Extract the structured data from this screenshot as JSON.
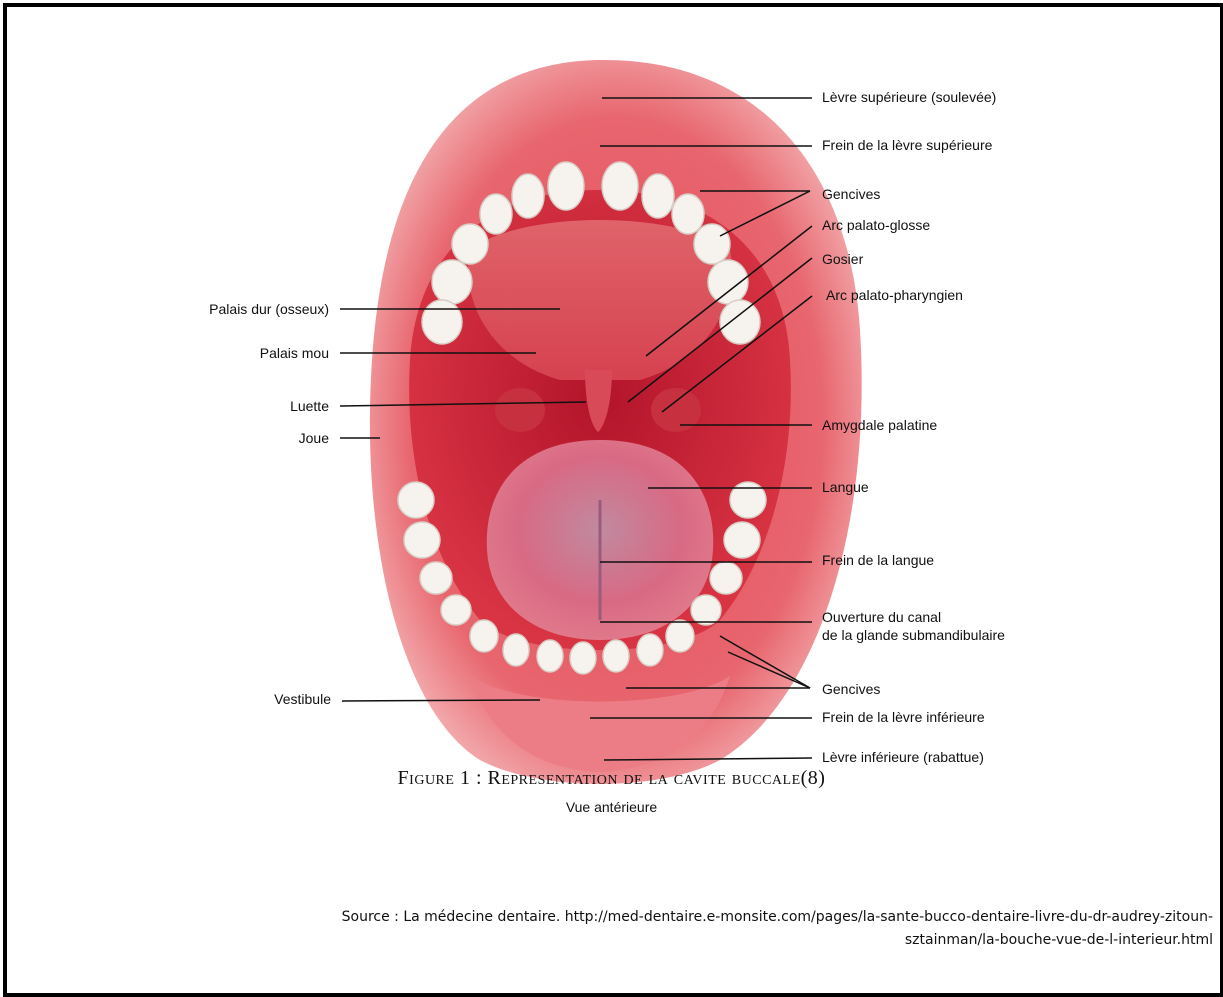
{
  "labels_right": {
    "levre_sup": "Lèvre supérieure (soulevée)",
    "frein_levre_sup": "Frein de la lèvre supérieure",
    "gencives_haut": "Gencives",
    "arc_palato_glosse": "Arc palato-glosse",
    "gosier": "Gosier",
    "arc_palato_pharyngien": "Arc palato-pharyngien",
    "amygdale": "Amygdale palatine",
    "langue": "Langue",
    "frein_langue": "Frein de la langue",
    "ouverture_l1": "Ouverture du canal",
    "ouverture_l2": "de la glande submandibulaire",
    "gencives_bas": "Gencives",
    "frein_levre_inf": "Frein de la lèvre inférieure",
    "levre_inf": "Lèvre inférieure (rabattue)"
  },
  "labels_left": {
    "palais_dur": "Palais dur (osseux)",
    "palais_mou": "Palais mou",
    "luette": "Luette",
    "joue": "Joue",
    "vestibule": "Vestibule"
  },
  "view_caption": "Vue antérieure",
  "figure_caption": "Figure 1 : Representation de la cavite buccale(8)",
  "source_line1": "Source : La médecine dentaire.  http://med-dentaire.e-monsite.com/pages/la-sante-bucco-dentaire-livre-du-dr-audrey-zitoun-",
  "source_line2": "sztainman/la-bouche-vue-de-l-interieur.html"
}
